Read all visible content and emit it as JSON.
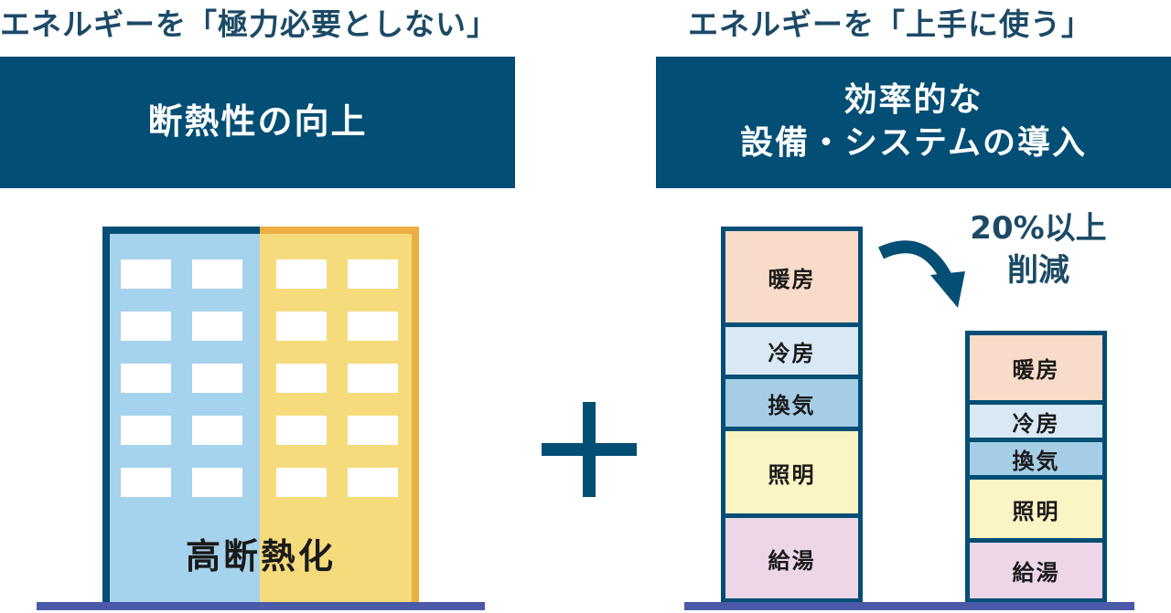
{
  "left": {
    "caption": "エネルギーを「極力必要としない」",
    "banner": "断熱性の向上",
    "building_label": "高断熱化"
  },
  "plus_symbol": "+",
  "right": {
    "caption": "エネルギーを「上手に使う」",
    "banner_line1": "効率的な",
    "banner_line2": "設備・システムの導入",
    "reduction_line1": "20%以上",
    "reduction_line2": "削減"
  },
  "before_stack": [
    {
      "label": "暖房",
      "color": "#f8dbc8"
    },
    {
      "label": "冷房",
      "color": "#d8e8f4"
    },
    {
      "label": "換気",
      "color": "#a5cde6"
    },
    {
      "label": "照明",
      "color": "#fbf4c4"
    },
    {
      "label": "給湯",
      "color": "#ecd6e8"
    }
  ],
  "after_stack": [
    {
      "label": "暖房",
      "color": "#f8dbc8"
    },
    {
      "label": "冷房",
      "color": "#d8e8f4"
    },
    {
      "label": "換気",
      "color": "#a5cde6"
    },
    {
      "label": "照明",
      "color": "#fbf4c4"
    },
    {
      "label": "給湯",
      "color": "#ecd6e8"
    }
  ],
  "colors": {
    "banner": "#034e74",
    "building_left": "#a5d2ec",
    "building_right": "#f6db7c",
    "ground": "#4a5aa8"
  }
}
